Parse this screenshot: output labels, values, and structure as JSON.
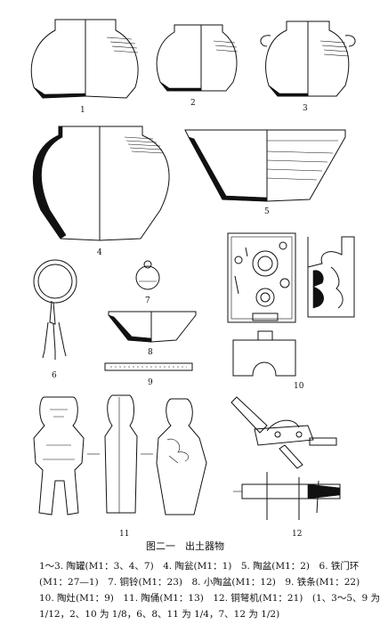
{
  "figure": {
    "title": "图二一　出土器物",
    "caption_lines": [
      "1～3. 陶罐(M1：3、4、7)　4. 陶瓮(M1：1)　5. 陶盆(M1：2)　6. 铁门环",
      "(M1：27—1)　7. 铜铃(M1：23)　8. 小陶盆(M1：12)　9. 铁条(M1：22)",
      "10. 陶灶(M1：9)　11. 陶俑(M1：13)　12. 铜弩机(M1：21)　(1、3～5、9 为",
      "1/12，2、10 为 1/8，6、8、11 为 1/4，7、12 为 1/2)"
    ],
    "labels": [
      "1",
      "2",
      "3",
      "4",
      "5",
      "6",
      "7",
      "8",
      "9",
      "10",
      "11",
      "12"
    ]
  }
}
